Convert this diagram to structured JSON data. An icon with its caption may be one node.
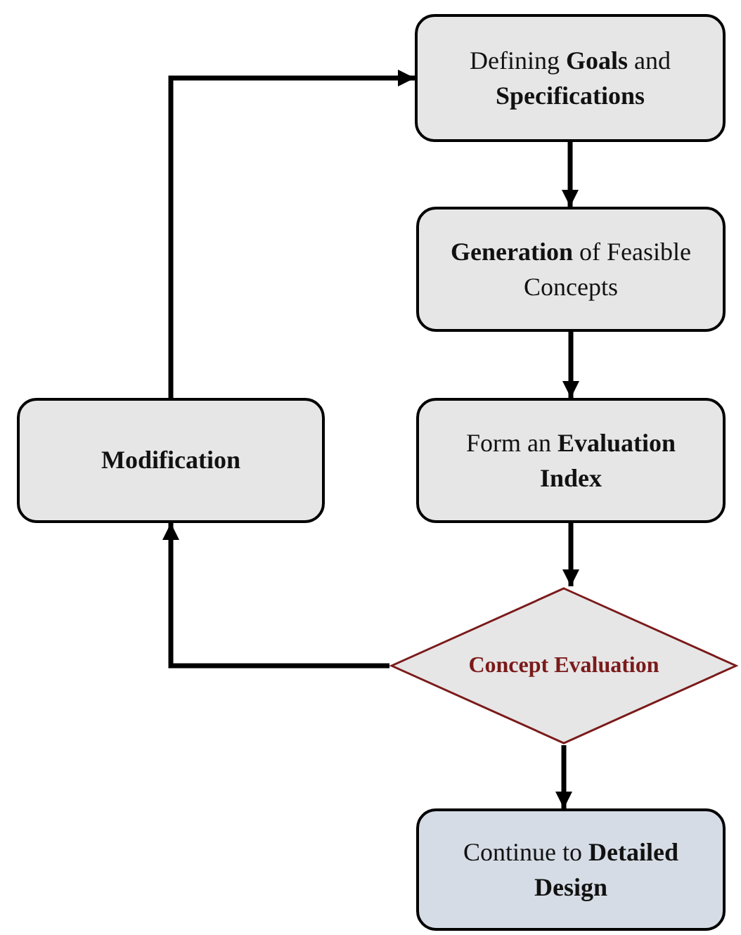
{
  "diagram": {
    "nodes": [
      {
        "text": [
          "Defining **Goals** and **Specifications**"
        ]
      },
      {
        "text": [
          "**Generation** of Feasible Concepts"
        ]
      },
      {
        "text": [
          "Modification"
        ]
      },
      {
        "text": [
          "Form an **Evaluation Index**"
        ]
      },
      {
        "text": [
          "Concept Evaluation"
        ]
      },
      {
        "text": [
          "Continue to **Detailed Design**"
        ]
      }
    ],
    "edges": [
      {
        "from": 0,
        "to": 1,
        "arrow": "to"
      },
      {
        "from": 1,
        "to": 3,
        "arrow": "to"
      },
      {
        "from": 3,
        "to": 4,
        "arrow": "to"
      },
      {
        "from": 4,
        "to": 5,
        "arrow": "to"
      },
      {
        "from": 4,
        "to": 2,
        "arrow": "to"
      },
      {
        "from": 2,
        "to": 0,
        "arrow": "to"
      }
    ]
  }
}
